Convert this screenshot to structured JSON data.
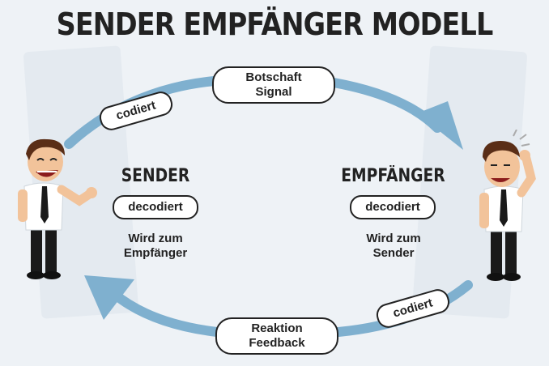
{
  "title": "SENDER EMPFÄNGER MODELL",
  "top_flow": {
    "line1": "Botschaft",
    "line2": "Signal"
  },
  "bottom_flow": {
    "line1": "Reaktion",
    "line2": "Feedback"
  },
  "left_tag": "codiert",
  "right_tag": "codiert",
  "sender": {
    "heading": "SENDER",
    "badge": "decodiert",
    "line1": "Wird zum",
    "line2": "Empfänger"
  },
  "receiver": {
    "heading": "EMPFÄNGER",
    "badge": "decodiert",
    "line1": "Wird zum",
    "line2": "Sender"
  },
  "colors": {
    "arrow": "#7fb0cf",
    "pill_border": "#222222",
    "background": "#eef2f6",
    "shirt": "#ffffff",
    "tie": "#1a1a1a",
    "hair": "#5a2e17",
    "skin": "#f2c39a"
  }
}
